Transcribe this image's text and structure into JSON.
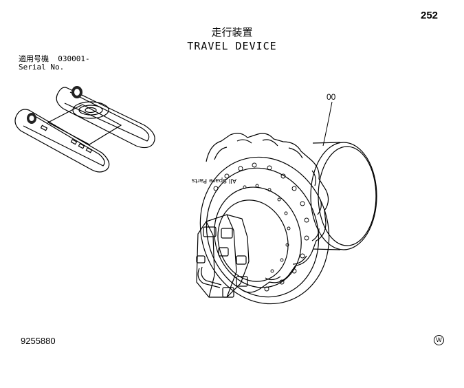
{
  "page": {
    "number": "252"
  },
  "title": {
    "japanese": "走行装置",
    "english": "TRAVEL DEVICE"
  },
  "applicability": {
    "jp_label": "適用号機",
    "range": "030001-",
    "en_label": "Serial No."
  },
  "callouts": [
    {
      "label": "00"
    }
  ],
  "watermark": {
    "text": "All Spare Parts"
  },
  "footer": {
    "figure_number": "9255880",
    "mark": "W"
  }
}
